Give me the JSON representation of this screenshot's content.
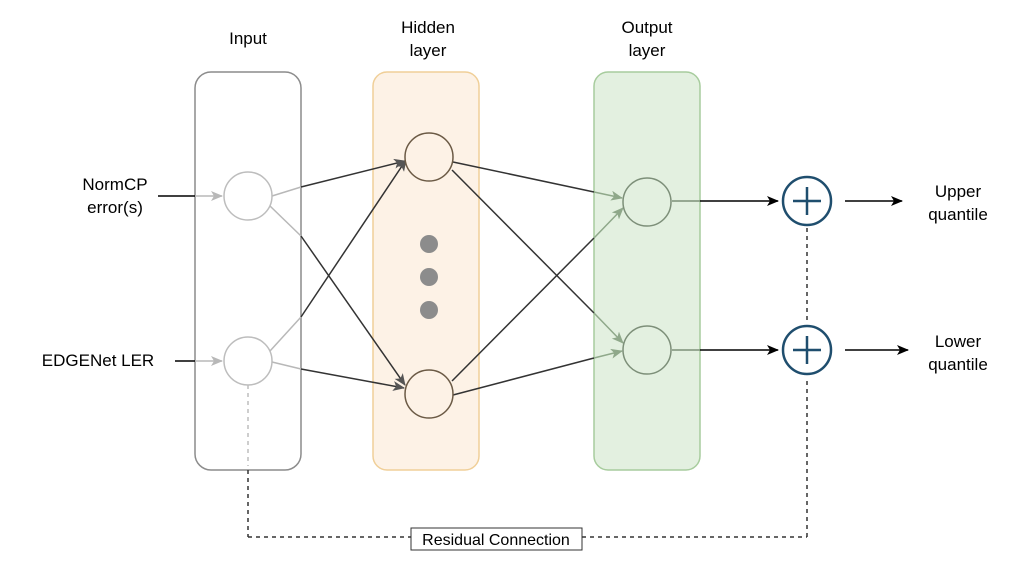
{
  "columns": {
    "input": "Input",
    "hidden": [
      "Hidden",
      "layer"
    ],
    "output": [
      "Output",
      "layer"
    ]
  },
  "inputs": {
    "first": [
      "NormCP",
      "error(s)"
    ],
    "second": "EDGENet LER"
  },
  "outputs": {
    "upper": [
      "Upper",
      "quantile"
    ],
    "lower": [
      "Lower",
      "quantile"
    ]
  },
  "residual": "Residual Connection",
  "colors": {
    "input_box_stroke": "#8c8c8c",
    "hidden_box_fill": "#fdf2e6",
    "hidden_box_stroke": "#f0cf98",
    "output_box_fill": "#e3f0e0",
    "output_box_stroke": "#a7cc9d",
    "plus_stroke": "#1f4e6e",
    "dots": "#8c8c8c"
  },
  "icons": [
    "plus-circle-icon",
    "ellipsis-vertical-icon"
  ]
}
